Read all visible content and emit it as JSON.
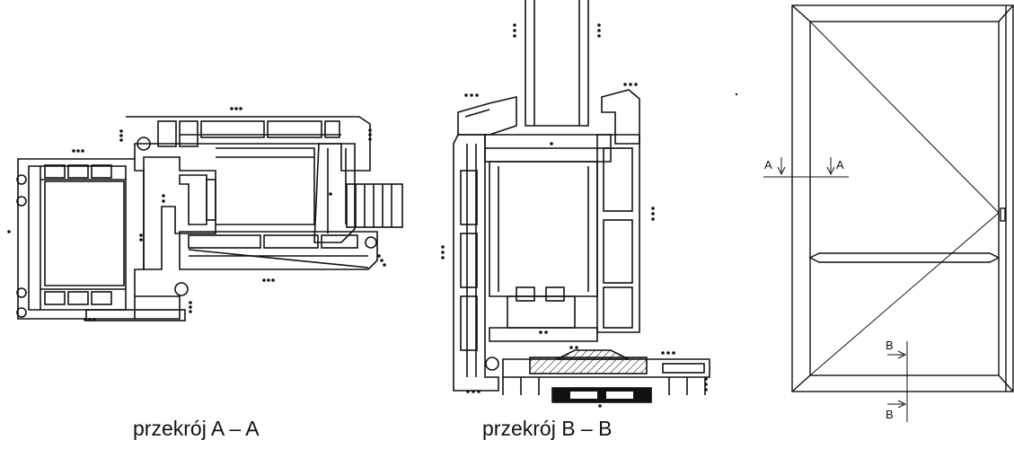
{
  "captions": {
    "section_a": "przekrój A – A",
    "section_b": "przekrój B – B"
  },
  "elevation": {
    "marker_a_left": "A",
    "marker_a_right": "A",
    "marker_b_top": "B",
    "marker_b_bottom": "B"
  }
}
